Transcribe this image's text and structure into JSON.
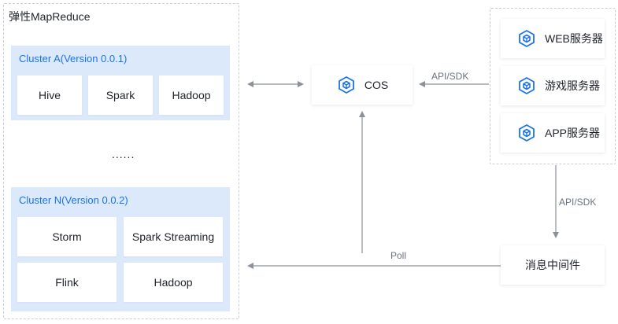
{
  "emr_group": {
    "title": "弹性MapReduce",
    "cluster_a": {
      "title": "Cluster A(Version 0.0.1)",
      "tiles": [
        "Hive",
        "Spark",
        "Hadoop"
      ]
    },
    "ellipsis": "......",
    "cluster_n": {
      "title": "Cluster N(Version 0.0.2)",
      "tiles": [
        "Storm",
        "Spark Streaming",
        "Flink",
        "Hadoop"
      ]
    }
  },
  "cos": {
    "label": "COS",
    "icon": "cube-icon"
  },
  "servers": {
    "items": [
      {
        "label": "WEB服务器",
        "icon": "cube-icon"
      },
      {
        "label": "游戏服务器",
        "icon": "cube-icon"
      },
      {
        "label": "APP服务器",
        "icon": "cube-icon"
      }
    ]
  },
  "middleware": {
    "label": "消息中间件"
  },
  "edges": {
    "servers_to_cos": "API/SDK",
    "servers_to_middleware": "API/SDK",
    "poll": "Poll"
  },
  "colors": {
    "accent": "#1a74e8",
    "cluster_bg": "#dce9fb",
    "line": "#8c9099",
    "dashed_border": "#c9cdd4"
  }
}
